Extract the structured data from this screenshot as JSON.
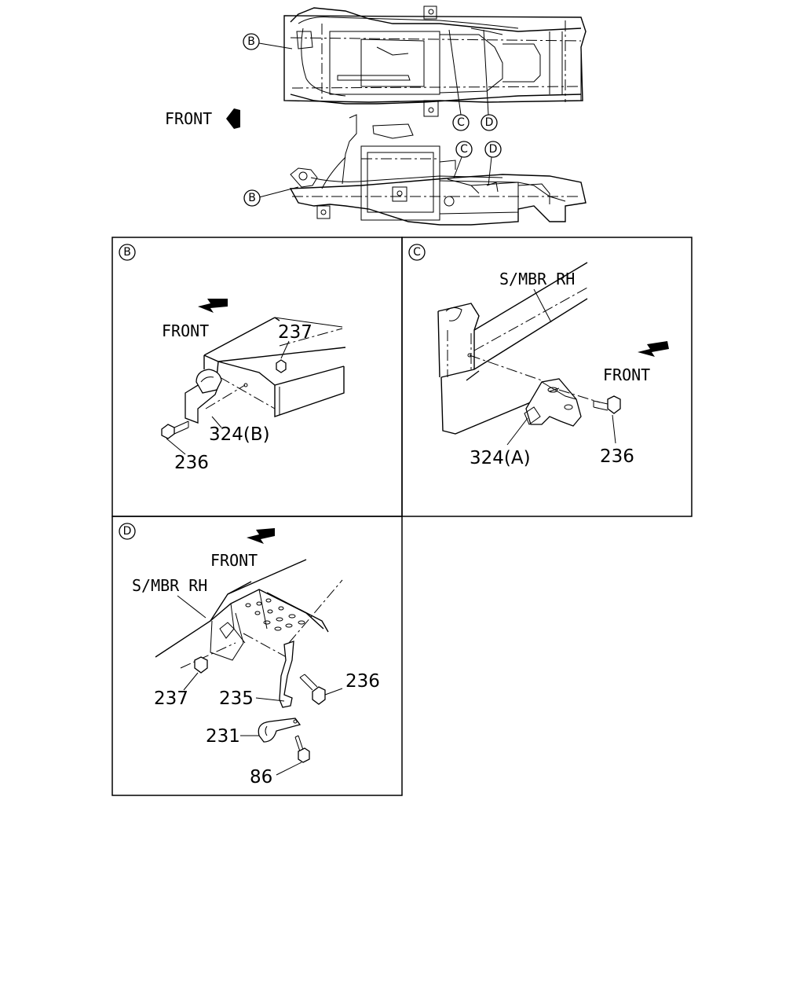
{
  "overview": {
    "front_label": "FRONT",
    "callouts": {
      "b_top": "B",
      "b_bottom": "B",
      "c_top": "C",
      "c_bottom": "C",
      "d_top": "D",
      "d_bottom": "D"
    }
  },
  "detail_b": {
    "tag": "B",
    "front_label": "FRONT",
    "parts": {
      "p237": "237",
      "p324": "324(B)",
      "p236": "236"
    }
  },
  "detail_c": {
    "tag": "C",
    "member_label": "S/MBR RH",
    "front_label": "FRONT",
    "parts": {
      "p324": "324(A)",
      "p236": "236"
    }
  },
  "detail_d": {
    "tag": "D",
    "front_label": "FRONT",
    "member_label": "S/MBR RH",
    "parts": {
      "p237": "237",
      "p235": "235",
      "p236": "236",
      "p231": "231",
      "p86": "86"
    }
  }
}
